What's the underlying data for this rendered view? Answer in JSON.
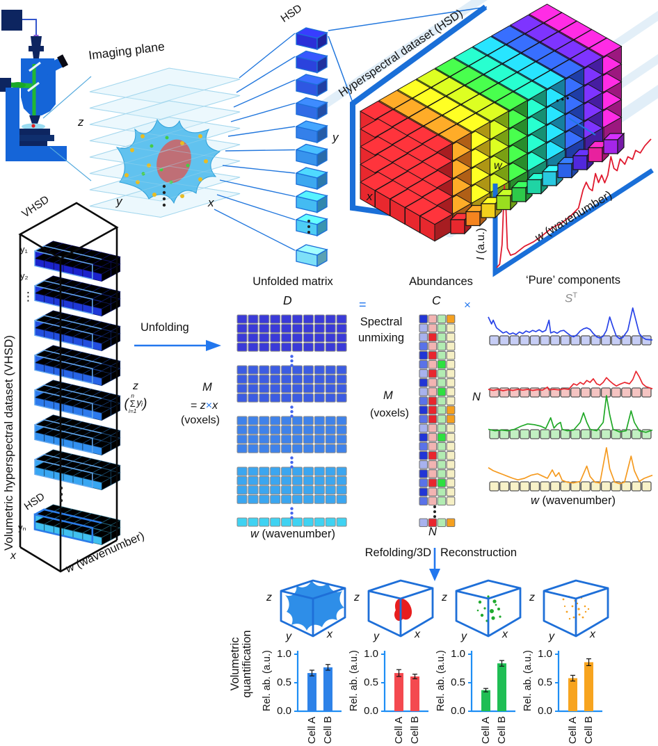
{
  "figure": {
    "accent_blue": "#2277ee",
    "frame_blue": "#1a6fd8"
  },
  "imaging_plane": {
    "title": "Imaging plane",
    "axis_z": "z",
    "axis_y": "y",
    "axis_x": "x"
  },
  "hsd_column": {
    "label": "HSD",
    "box_colors": [
      "#2b2fd8",
      "#2b43dd",
      "#2e57e2",
      "#306ce6",
      "#3480ea",
      "#3894ed",
      "#3da8f0",
      "#44bbf2",
      "#4ecdf4",
      "#7ee0f8"
    ]
  },
  "hsd_cube": {
    "title": "Hyperspectral dataset (HSD)",
    "axis_y": "y",
    "axis_x": "x",
    "axis_w": "w",
    "dots": "•••",
    "slice_colors": [
      "#e8282e",
      "#f5841f",
      "#f2d01c",
      "#aade1a",
      "#38c43c",
      "#1fc8a0",
      "#1fb0dd",
      "#2b55e8",
      "#6128e0",
      "#d822b0"
    ]
  },
  "spectrum_inset": {
    "ylabel_var": "I",
    "ylabel_rest": " (a.u.)",
    "xlabel_var": "w",
    "xlabel_rest": " (wavenumber)",
    "line_color": "#e0192e",
    "cube_row_colors": [
      "#e8282e",
      "#f5841f",
      "#f2d01c",
      "#9ade1f",
      "#2ec94a",
      "#1fd4a4",
      "#29c9e0",
      "#2b62e8",
      "#5128dd",
      "#e8219e",
      "#a426e8"
    ],
    "points": [
      [
        0,
        2
      ],
      [
        0.02,
        4
      ],
      [
        0.035,
        30
      ],
      [
        0.05,
        113
      ],
      [
        0.06,
        82
      ],
      [
        0.07,
        20
      ],
      [
        0.09,
        7
      ],
      [
        0.12,
        5
      ],
      [
        0.18,
        7
      ],
      [
        0.24,
        5
      ],
      [
        0.3,
        6
      ],
      [
        0.36,
        8
      ],
      [
        0.42,
        6
      ],
      [
        0.48,
        8
      ],
      [
        0.53,
        12
      ],
      [
        0.56,
        34
      ],
      [
        0.58,
        42
      ],
      [
        0.6,
        30
      ],
      [
        0.62,
        24
      ],
      [
        0.64,
        46
      ],
      [
        0.66,
        30
      ],
      [
        0.68,
        38
      ],
      [
        0.7,
        24
      ],
      [
        0.72,
        32
      ],
      [
        0.74,
        56
      ],
      [
        0.76,
        36
      ],
      [
        0.78,
        30
      ],
      [
        0.8,
        44
      ],
      [
        0.83,
        32
      ],
      [
        0.85,
        40
      ],
      [
        0.88,
        32
      ],
      [
        0.9,
        42
      ],
      [
        0.93,
        34
      ],
      [
        0.96,
        40
      ],
      [
        1,
        44
      ]
    ]
  },
  "vhsd": {
    "label": "VHSD",
    "side_label": "Volumetric hyperspectral dataset (VHSD)",
    "y1": "y₁",
    "y2": "y₂",
    "dots": "⋮",
    "yn": "yₙ",
    "z_label": "z",
    "sum_open": "(",
    "sum_n": "n",
    "sum_sigma": "Σ",
    "sum_index": "i=1",
    "sum_term": "yᵢ",
    "sum_close": ")",
    "hsd_label": "HSD",
    "axis_x": "x",
    "axis_w_var": "w",
    "axis_w_rest": " (wavenumber)",
    "layer_colors": [
      "#1b23cc",
      "#1e38d6",
      "#224ede",
      "#2764e6",
      "#2c7aec",
      "#3290f0",
      "#38a6f2",
      "#40c0f0"
    ]
  },
  "unfolding": {
    "label": "Unfolding"
  },
  "unfolded_matrix": {
    "title": "Unfolded matrix",
    "matrix_label": "D",
    "row_label": "M",
    "eq_pre": "= ",
    "eq_z": "z",
    "eq_times": "×",
    "eq_x": "x",
    "row_unit": "(voxels)",
    "xlabel_var": "w",
    "xlabel_rest": " (wavenumber)",
    "cols": 10,
    "blocks": [
      {
        "rows": 4,
        "color": "#3a3ad8"
      },
      {
        "rows": 4,
        "color": "#3c5ce2"
      },
      {
        "rows": 4,
        "color": "#3f82ea"
      },
      {
        "rows": 4,
        "color": "#3ba6f0"
      },
      {
        "rows": 1,
        "color": "#3fd2f2"
      }
    ]
  },
  "unmixing": {
    "equals": "=",
    "label_line1": "Spectral",
    "label_line2": "unmixing",
    "times": "×"
  },
  "abundances": {
    "title": "Abundances",
    "matrix_label": "C",
    "row_label": "M",
    "row_unit": "(voxels)",
    "n_label": "N",
    "palette": {
      "B": "#2135d6",
      "b": "#5a72e8",
      "l": "#a8b2ee",
      "p": "#f2b4b2",
      "R": "#e8262e",
      "g": "#b2ecb2",
      "G": "#2ee040",
      "O": "#f5a01f",
      "y": "#f5efc4"
    },
    "rows": [
      "BpgO",
      "lpgy",
      "lRgy",
      "bpgy",
      "BRgy",
      "bpGy",
      "lRgy",
      "Bpgy",
      "lpGy",
      "bRgy",
      "BRgO",
      "bRgO",
      "lpgy",
      "BpGy",
      "bpgy",
      "BRgy",
      "lpgy",
      "Bpgy",
      "bRGy",
      "Bpgy",
      "bpgy"
    ],
    "final_row": "lRgO"
  },
  "pure_components": {
    "title": "‘Pure’ components",
    "matrix_label": "S",
    "matrix_sup": "T",
    "n_label": "N",
    "xlabel_var": "w",
    "xlabel_rest": " (wavenumber)",
    "n_boxes": 16,
    "components": [
      {
        "name": "component-blue",
        "line": "#2742e8",
        "fill": "#c6cdf5",
        "points": [
          [
            0,
            0.72
          ],
          [
            0.02,
            0.5
          ],
          [
            0.03,
            0.62
          ],
          [
            0.05,
            0.38
          ],
          [
            0.07,
            0.3
          ],
          [
            0.09,
            0.22
          ],
          [
            0.11,
            0.26
          ],
          [
            0.13,
            0.18
          ],
          [
            0.15,
            0.22
          ],
          [
            0.17,
            0.17
          ],
          [
            0.19,
            0.25
          ],
          [
            0.21,
            0.2
          ],
          [
            0.23,
            0.28
          ],
          [
            0.25,
            0.24
          ],
          [
            0.27,
            0.3
          ],
          [
            0.29,
            0.26
          ],
          [
            0.31,
            0.32
          ],
          [
            0.33,
            0.25
          ],
          [
            0.35,
            0.3
          ],
          [
            0.37,
            0.62
          ],
          [
            0.38,
            0.22
          ],
          [
            0.4,
            0.26
          ],
          [
            0.42,
            0.21
          ],
          [
            0.44,
            0.28
          ],
          [
            0.46,
            0.3
          ],
          [
            0.48,
            0.22
          ],
          [
            0.5,
            0.14
          ],
          [
            0.52,
            0.1
          ],
          [
            0.54,
            0.16
          ],
          [
            0.56,
            0.28
          ],
          [
            0.58,
            0.35
          ],
          [
            0.6,
            0.38
          ],
          [
            0.62,
            0.33
          ],
          [
            0.64,
            0.2
          ],
          [
            0.66,
            0.1
          ],
          [
            0.68,
            0.06
          ],
          [
            0.7,
            0.12
          ],
          [
            0.72,
            0.3
          ],
          [
            0.74,
            0.72
          ],
          [
            0.76,
            0.4
          ],
          [
            0.78,
            0.12
          ],
          [
            0.8,
            0.04
          ],
          [
            0.82,
            0.08
          ],
          [
            0.85,
            0.3
          ],
          [
            0.88,
            1.0
          ],
          [
            0.9,
            0.6
          ],
          [
            0.92,
            0.2
          ],
          [
            0.94,
            0.08
          ],
          [
            0.96,
            0.02
          ],
          [
            1,
            0
          ]
        ]
      },
      {
        "name": "component-red",
        "line": "#e8262e",
        "fill": "#f5c4c2",
        "points": [
          [
            0,
            0.1
          ],
          [
            0.03,
            0.06
          ],
          [
            0.06,
            0.1
          ],
          [
            0.09,
            0.05
          ],
          [
            0.12,
            0.09
          ],
          [
            0.15,
            0.06
          ],
          [
            0.18,
            0.1
          ],
          [
            0.21,
            0.07
          ],
          [
            0.24,
            0.1
          ],
          [
            0.27,
            0.06
          ],
          [
            0.3,
            0.09
          ],
          [
            0.33,
            0.07
          ],
          [
            0.36,
            0.18
          ],
          [
            0.37,
            0.08
          ],
          [
            0.4,
            0.1
          ],
          [
            0.43,
            0.08
          ],
          [
            0.46,
            0.12
          ],
          [
            0.49,
            0.1
          ],
          [
            0.52,
            0.3
          ],
          [
            0.54,
            0.25
          ],
          [
            0.56,
            0.35
          ],
          [
            0.58,
            0.28
          ],
          [
            0.6,
            0.42
          ],
          [
            0.62,
            0.35
          ],
          [
            0.64,
            0.48
          ],
          [
            0.66,
            0.3
          ],
          [
            0.68,
            0.25
          ],
          [
            0.7,
            0.35
          ],
          [
            0.72,
            0.52
          ],
          [
            0.74,
            0.4
          ],
          [
            0.76,
            0.3
          ],
          [
            0.78,
            0.22
          ],
          [
            0.8,
            0.28
          ],
          [
            0.83,
            0.35
          ],
          [
            0.86,
            0.3
          ],
          [
            0.88,
            0.45
          ],
          [
            0.9,
            0.75
          ],
          [
            0.92,
            0.55
          ],
          [
            0.94,
            0.3
          ],
          [
            0.96,
            0.2
          ],
          [
            1,
            0.12
          ]
        ]
      },
      {
        "name": "component-green",
        "line": "#1fa826",
        "fill": "#c2f0c2",
        "points": [
          [
            0,
            0.12
          ],
          [
            0.04,
            0.08
          ],
          [
            0.08,
            0.1
          ],
          [
            0.12,
            0.08
          ],
          [
            0.16,
            0.12
          ],
          [
            0.2,
            0.2
          ],
          [
            0.24,
            0.26
          ],
          [
            0.28,
            0.24
          ],
          [
            0.32,
            0.2
          ],
          [
            0.35,
            0.14
          ],
          [
            0.38,
            0.42
          ],
          [
            0.4,
            0.15
          ],
          [
            0.42,
            0.25
          ],
          [
            0.44,
            0.3
          ],
          [
            0.45,
            0.12
          ],
          [
            0.48,
            0.08
          ],
          [
            0.52,
            0.1
          ],
          [
            0.56,
            0.3
          ],
          [
            0.58,
            0.55
          ],
          [
            0.6,
            0.3
          ],
          [
            0.62,
            0.12
          ],
          [
            0.66,
            0.08
          ],
          [
            0.7,
            0.3
          ],
          [
            0.72,
            1.0
          ],
          [
            0.74,
            0.5
          ],
          [
            0.76,
            0.12
          ],
          [
            0.8,
            0.05
          ],
          [
            0.84,
            0.08
          ],
          [
            0.87,
            0.6
          ],
          [
            0.89,
            0.3
          ],
          [
            0.92,
            0.08
          ],
          [
            0.96,
            0.04
          ],
          [
            1,
            0.1
          ]
        ]
      },
      {
        "name": "component-orange",
        "line": "#f59a1f",
        "fill": "#f8f2c8",
        "points": [
          [
            0,
            0.48
          ],
          [
            0.03,
            0.4
          ],
          [
            0.06,
            0.35
          ],
          [
            0.09,
            0.3
          ],
          [
            0.12,
            0.25
          ],
          [
            0.15,
            0.2
          ],
          [
            0.18,
            0.16
          ],
          [
            0.22,
            0.2
          ],
          [
            0.26,
            0.28
          ],
          [
            0.3,
            0.32
          ],
          [
            0.33,
            0.26
          ],
          [
            0.36,
            0.2
          ],
          [
            0.39,
            0.42
          ],
          [
            0.41,
            0.25
          ],
          [
            0.43,
            0.35
          ],
          [
            0.45,
            0.15
          ],
          [
            0.48,
            0.1
          ],
          [
            0.52,
            0.08
          ],
          [
            0.56,
            0.12
          ],
          [
            0.6,
            0.52
          ],
          [
            0.62,
            0.25
          ],
          [
            0.65,
            0.1
          ],
          [
            0.68,
            0.08
          ],
          [
            0.72,
            1.0
          ],
          [
            0.74,
            0.45
          ],
          [
            0.77,
            0.1
          ],
          [
            0.8,
            0.06
          ],
          [
            0.83,
            0.1
          ],
          [
            0.87,
            0.78
          ],
          [
            0.89,
            0.4
          ],
          [
            0.92,
            0.12
          ],
          [
            0.95,
            0.2
          ],
          [
            1,
            0.28
          ]
        ]
      }
    ]
  },
  "refolding": {
    "label_left": "Refolding/3D",
    "label_right": "Reconstruction"
  },
  "reconstructions": [
    {
      "axis_z": "z",
      "axis_y": "y",
      "axis_x": "x",
      "content": "cell",
      "color": "#2e8ee8"
    },
    {
      "axis_z": "z",
      "axis_y": "y",
      "axis_x": "x",
      "content": "blob",
      "color": "#e81e1e"
    },
    {
      "axis_z": "z",
      "axis_y": "y",
      "axis_x": "x",
      "content": "speckles",
      "color": "#1faa2e"
    },
    {
      "axis_z": "z",
      "axis_y": "y",
      "axis_x": "x",
      "content": "speckles-small",
      "color": "#f5a01f"
    }
  ],
  "quantification": {
    "label_line1": "Volumetric",
    "label_line2": "quantification"
  },
  "chart_data": [
    {
      "type": "bar",
      "categories": [
        "Cell A",
        "Cell B"
      ],
      "values": [
        0.67,
        0.77
      ],
      "errors": [
        0.05,
        0.05
      ],
      "ylabel": "Rel. ab. (a.u.)",
      "yticks": [
        0,
        0.5,
        1
      ],
      "ytick_labels": [
        "0.0",
        "0.5",
        "1.0"
      ],
      "ylim": [
        0,
        1
      ],
      "bar_color": "#2e82e8",
      "axis_color": "#1e8ef5"
    },
    {
      "type": "bar",
      "categories": [
        "Cell A",
        "Cell B"
      ],
      "values": [
        0.67,
        0.61
      ],
      "errors": [
        0.06,
        0.04
      ],
      "ylabel": "Rel. ab. (a.u.)",
      "yticks": [
        0,
        0.5,
        1
      ],
      "ytick_labels": [
        "0.0",
        "0.5",
        "1.0"
      ],
      "ylim": [
        0,
        1
      ],
      "bar_color": "#f4494f",
      "axis_color": "#1e8ef5"
    },
    {
      "type": "bar",
      "categories": [
        "Cell A",
        "Cell B"
      ],
      "values": [
        0.37,
        0.84
      ],
      "errors": [
        0.03,
        0.05
      ],
      "ylabel": "Rel. ab. (a.u.)",
      "yticks": [
        0,
        0.5,
        1
      ],
      "ytick_labels": [
        "0.0",
        "0.5",
        "1.0"
      ],
      "ylim": [
        0,
        1
      ],
      "bar_color": "#1fbe54",
      "axis_color": "#1e8ef5"
    },
    {
      "type": "bar",
      "categories": [
        "Cell A",
        "Cell B"
      ],
      "values": [
        0.58,
        0.86
      ],
      "errors": [
        0.05,
        0.06
      ],
      "ylabel": "Rel. ab. (a.u.)",
      "yticks": [
        0,
        0.5,
        1
      ],
      "ytick_labels": [
        "0.0",
        "0.5",
        "1.0"
      ],
      "ylim": [
        0,
        1
      ],
      "bar_color": "#f7a41f",
      "axis_color": "#1e8ef5"
    }
  ]
}
